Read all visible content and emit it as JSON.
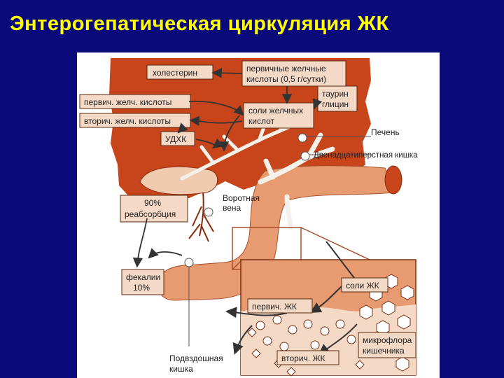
{
  "slide": {
    "title": "Энтерогепатическая циркуляция ЖК"
  },
  "diagram": {
    "liver_box_labels": {
      "cholesterol": "холестерин",
      "primary_acids_l1": "первичные желчные",
      "primary_acids_l2": "кислоты (0,5 г/сутки)",
      "prim_bile_acids": "первич. желч. кислоты",
      "sec_bile_acids": "вторич. желч. кислоты",
      "taurine_l1": "таурин",
      "taurine_l2": "глицин",
      "bile_salts_l1": "соли желчных",
      "bile_salts_l2": "кислот",
      "udca": "УДХК",
      "reabsorption_l1": "90%",
      "reabsorption_l2": "реабсорбция",
      "feces_l1": "фекалии",
      "feces_l2": "10%"
    },
    "callouts": {
      "liver": "Печень",
      "duodenum": "Двенадцатиперстная кишка",
      "portal_l1": "Воротная",
      "portal_l2": "вена",
      "ileum_l1": "Подвздошная",
      "ileum_l2": "кишка"
    },
    "inset_labels": {
      "bile_salts": "соли ЖК",
      "primary": "первич. ЖК",
      "secondary": "вторич. ЖК",
      "microflora_l1": "микрофлора",
      "microflora_l2": "кишечника"
    },
    "colors": {
      "background": "#0a0a7a",
      "title": "#ffff00",
      "liver": "#c8441a",
      "intestine": "#e89a70",
      "label_box": "#f3d9c6",
      "vessels": "#f4f0ea"
    }
  }
}
